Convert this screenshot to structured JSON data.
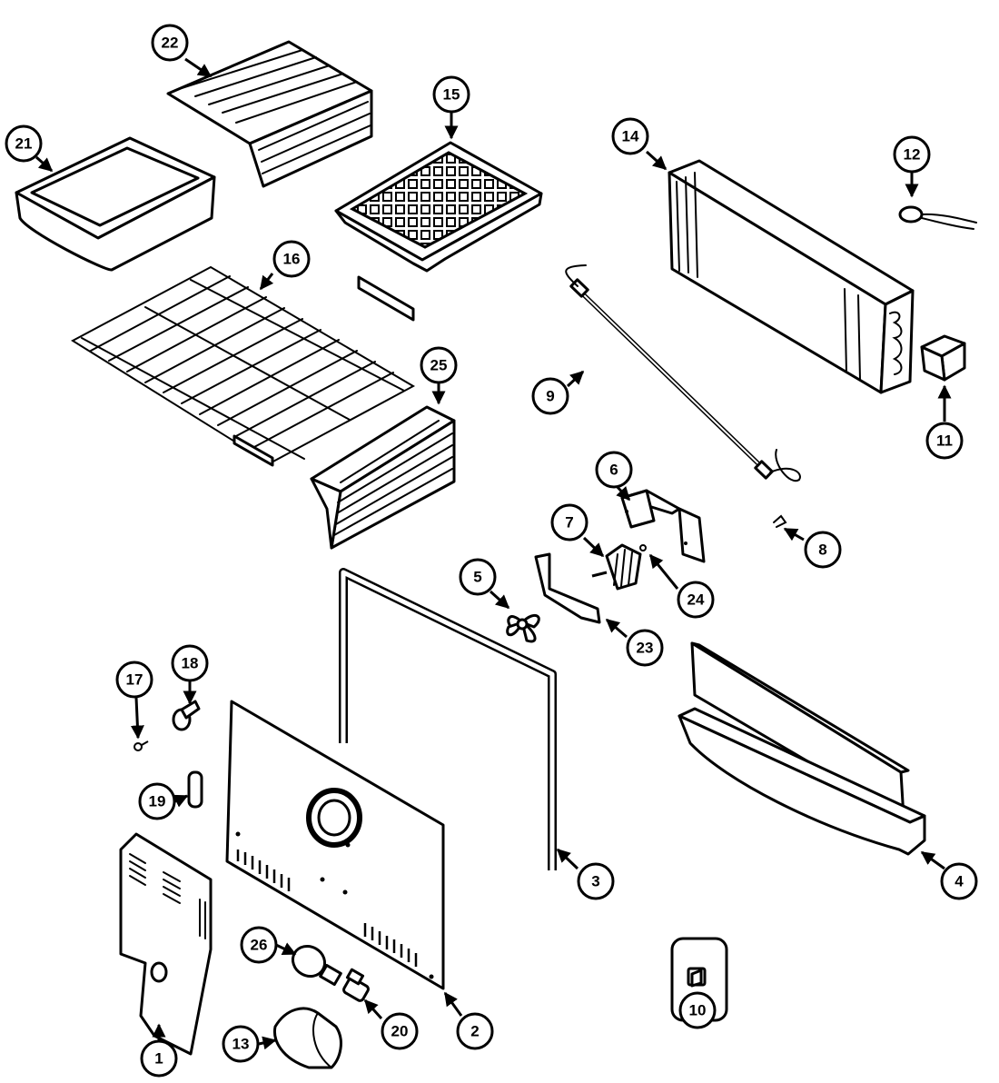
{
  "callouts": [
    {
      "id": "c1",
      "label": "1"
    },
    {
      "id": "c2",
      "label": "2"
    },
    {
      "id": "c3",
      "label": "3"
    },
    {
      "id": "c4",
      "label": "4"
    },
    {
      "id": "c5",
      "label": "5"
    },
    {
      "id": "c6",
      "label": "6"
    },
    {
      "id": "c7",
      "label": "7"
    },
    {
      "id": "c8",
      "label": "8"
    },
    {
      "id": "c9",
      "label": "9"
    },
    {
      "id": "c10",
      "label": "10"
    },
    {
      "id": "c11",
      "label": "11"
    },
    {
      "id": "c12",
      "label": "12"
    },
    {
      "id": "c13",
      "label": "13"
    },
    {
      "id": "c14",
      "label": "14"
    },
    {
      "id": "c15",
      "label": "15"
    },
    {
      "id": "c16",
      "label": "16"
    },
    {
      "id": "c17",
      "label": "17"
    },
    {
      "id": "c18",
      "label": "18"
    },
    {
      "id": "c19",
      "label": "19"
    },
    {
      "id": "c20",
      "label": "20"
    },
    {
      "id": "c21",
      "label": "21"
    },
    {
      "id": "c22",
      "label": "22"
    },
    {
      "id": "c23",
      "label": "23"
    },
    {
      "id": "c24",
      "label": "24"
    },
    {
      "id": "c25",
      "label": "25"
    },
    {
      "id": "c26",
      "label": "26"
    }
  ]
}
